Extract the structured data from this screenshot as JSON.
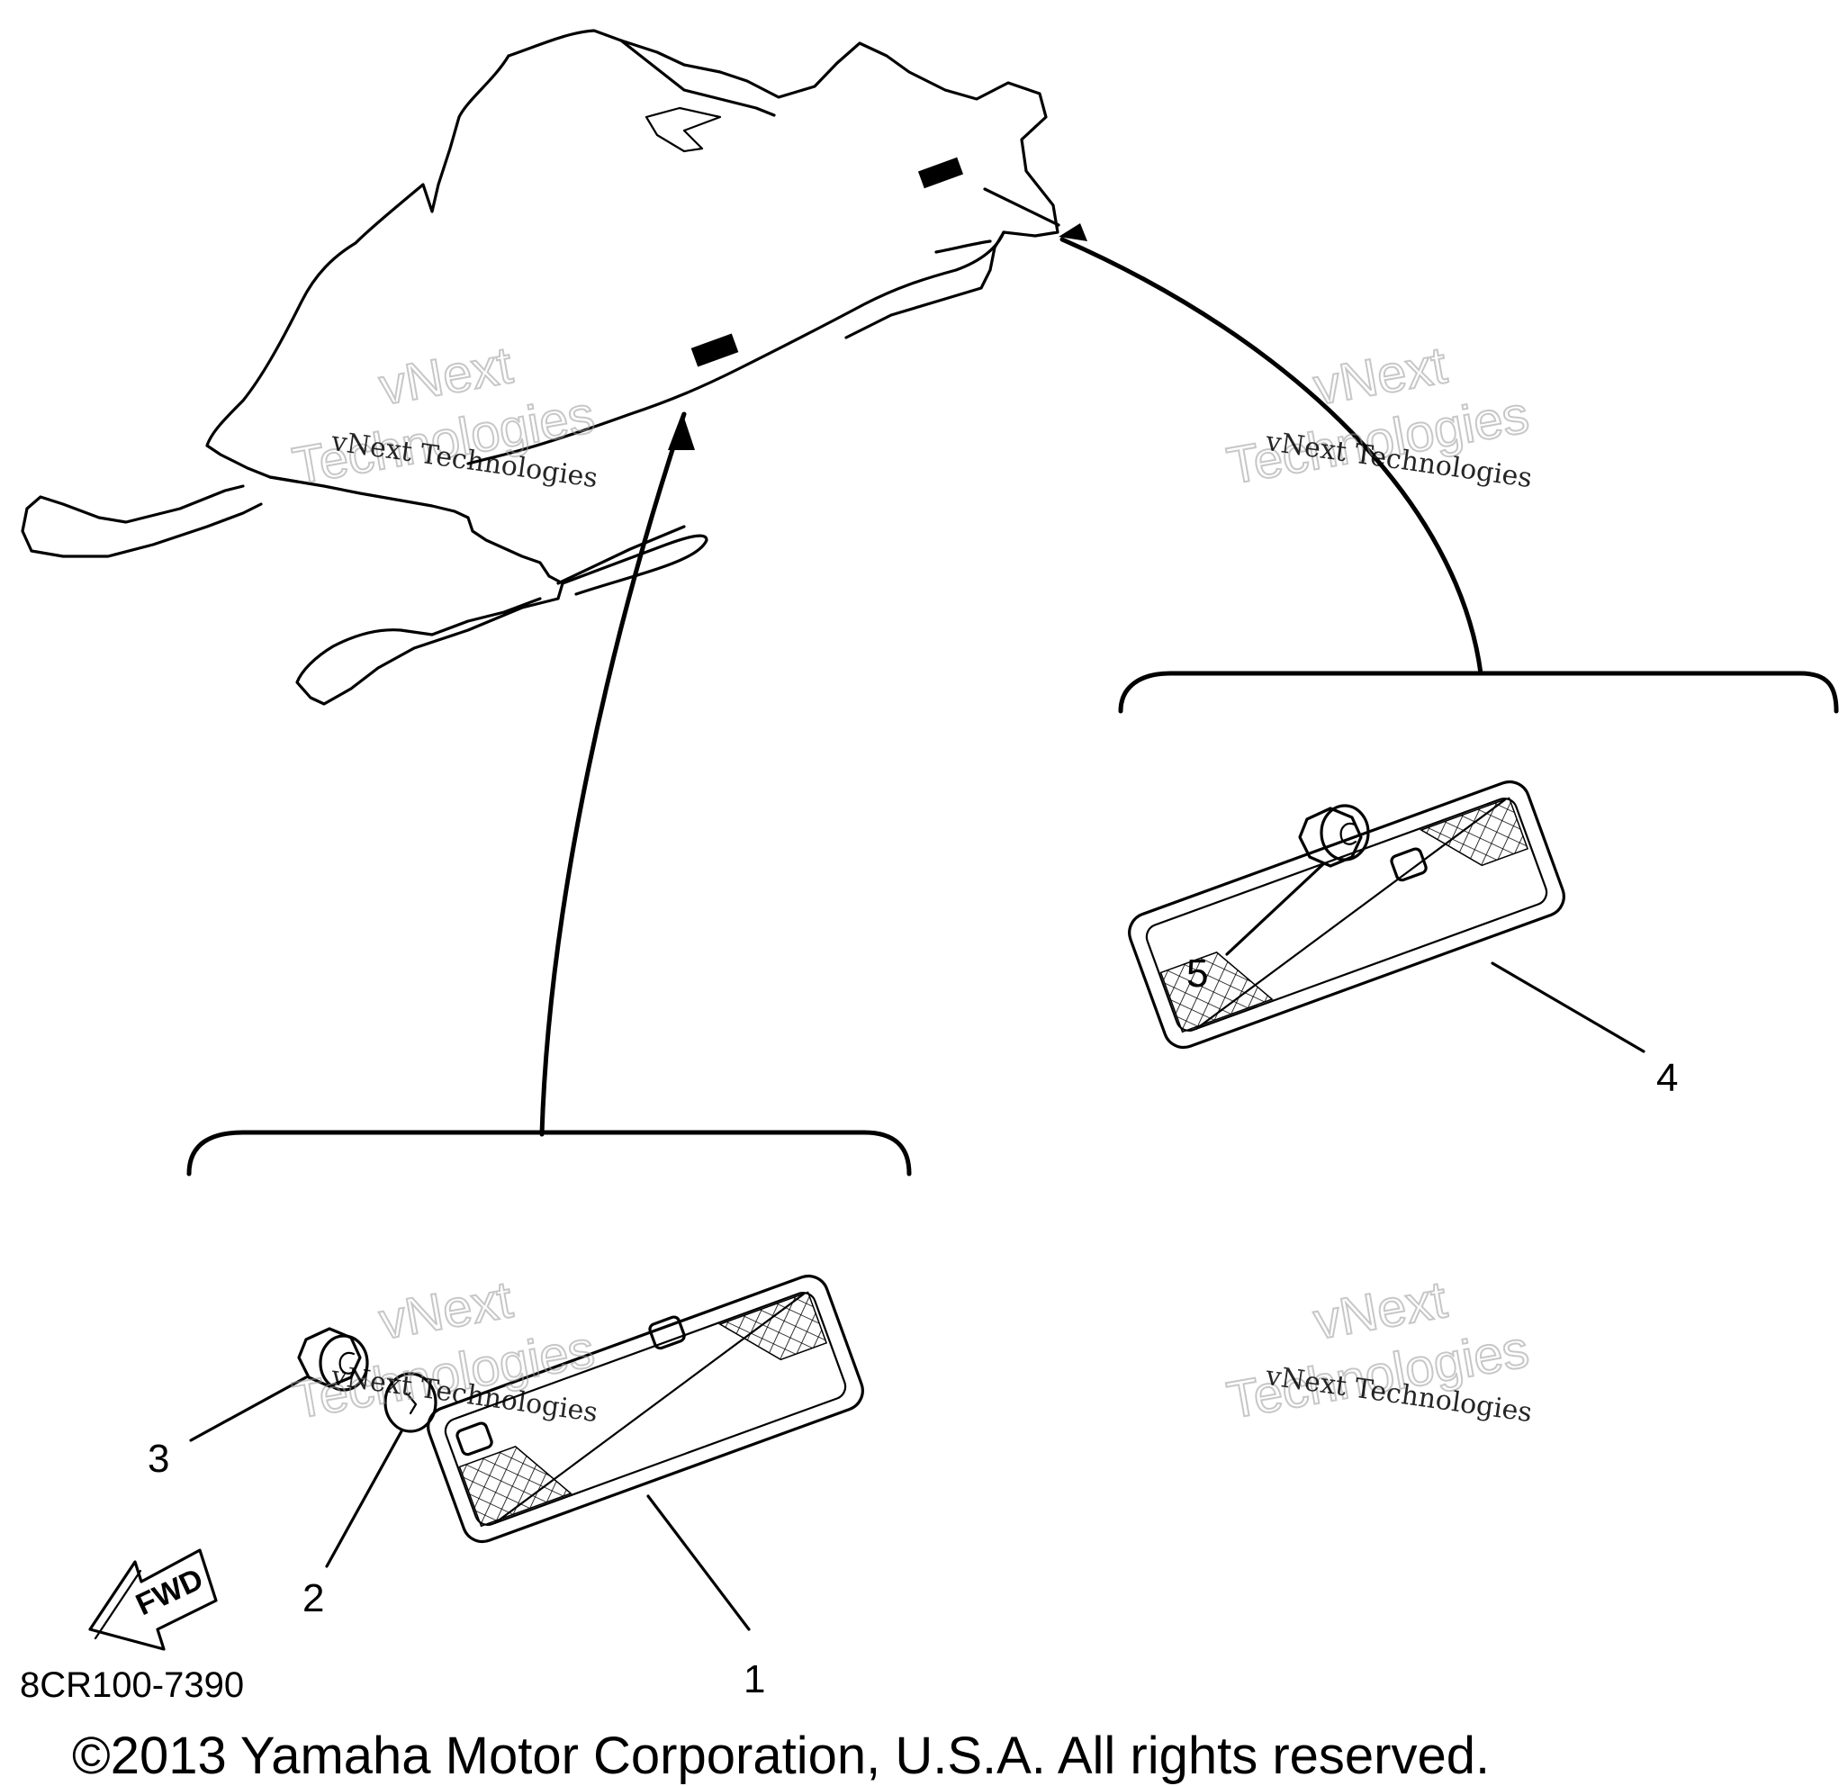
{
  "callouts": [
    "1",
    "2",
    "3",
    "4",
    "5"
  ],
  "diagram_code": "8CR100-7390",
  "direction_label": "FWD",
  "copyright": "©2013 Yamaha Motor Corporation, U.S.A. All rights reserved.",
  "watermark": {
    "caption": "vNext Technologies",
    "brand_line1": "vNext",
    "brand_line2": "Technologies"
  }
}
